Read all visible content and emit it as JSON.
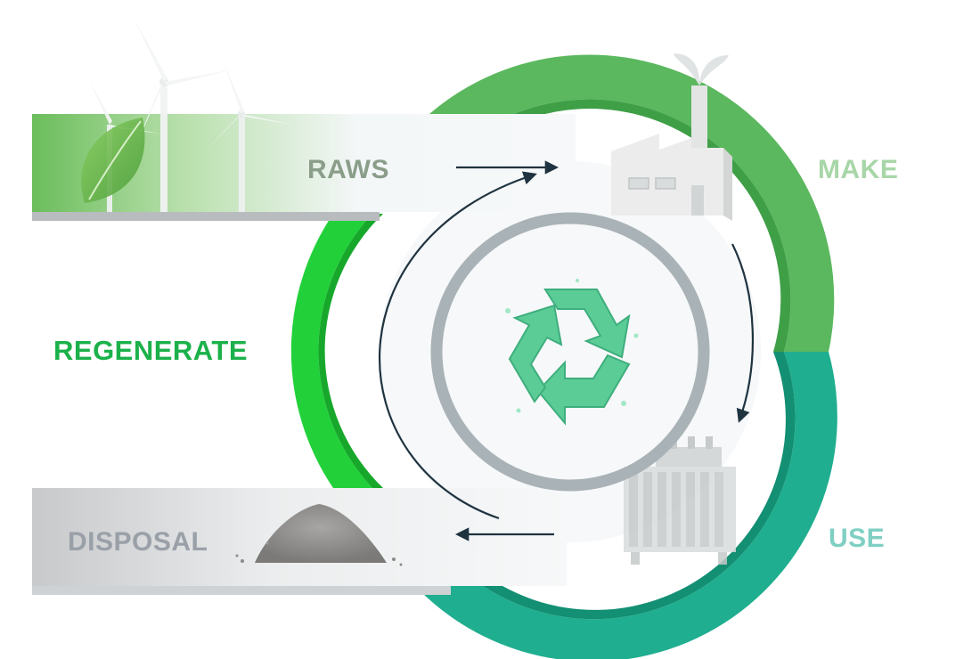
{
  "stages": {
    "raws": "RAWS",
    "make": "MAKE",
    "use": "USE",
    "disposal": "DISPOSAL",
    "regenerate": "REGENERATE"
  },
  "icons": {
    "center": "recycle-icon",
    "raws": "wind-turbines-leaf-image",
    "make": "factory-with-sprout-icon",
    "use": "transformer-image",
    "disposal": "dirt-pile-image"
  },
  "colors": {
    "ring_green": "#5bb85e",
    "ring_teal": "#1fae8f",
    "regenerate_arc": "#22d13a",
    "inner_ring": "#a9b2b6",
    "arrow": "#1f3340",
    "center_fill": "#f6f8f9",
    "raws_bar": "#6cbf5e",
    "disposal_bar": "#c9cbcd"
  }
}
